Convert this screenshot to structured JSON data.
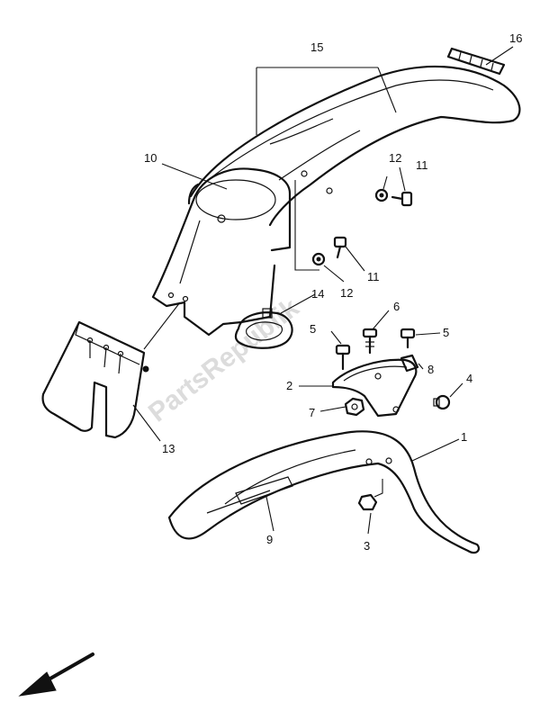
{
  "watermark": "PartsRepublik",
  "callouts": {
    "c1": "1",
    "c2": "2",
    "c3": "3",
    "c4": "4",
    "c5a": "5",
    "c5b": "5",
    "c6": "6",
    "c7": "7",
    "c8": "8",
    "c9": "9",
    "c10": "10",
    "c11a": "11",
    "c11b": "11",
    "c12a": "12",
    "c12b": "12",
    "c13": "13",
    "c14": "14",
    "c15": "15",
    "c16": "16"
  },
  "parts": {
    "fender_front": "1",
    "bracket": "2",
    "bolt_front": "3",
    "reflector_small": "4",
    "bolt_5": "5",
    "bolt_6": "6",
    "nut_7": "7",
    "clip_8": "8",
    "emblem": "9",
    "rear_fender_inner": "10",
    "bolt_11": "11",
    "washer_12": "12",
    "mud_flap": "13",
    "grip_strap": "14",
    "rear_fender": "15",
    "stripe_tape": "16"
  },
  "icons": {
    "direction_arrow": "arrow-down-left-icon"
  }
}
